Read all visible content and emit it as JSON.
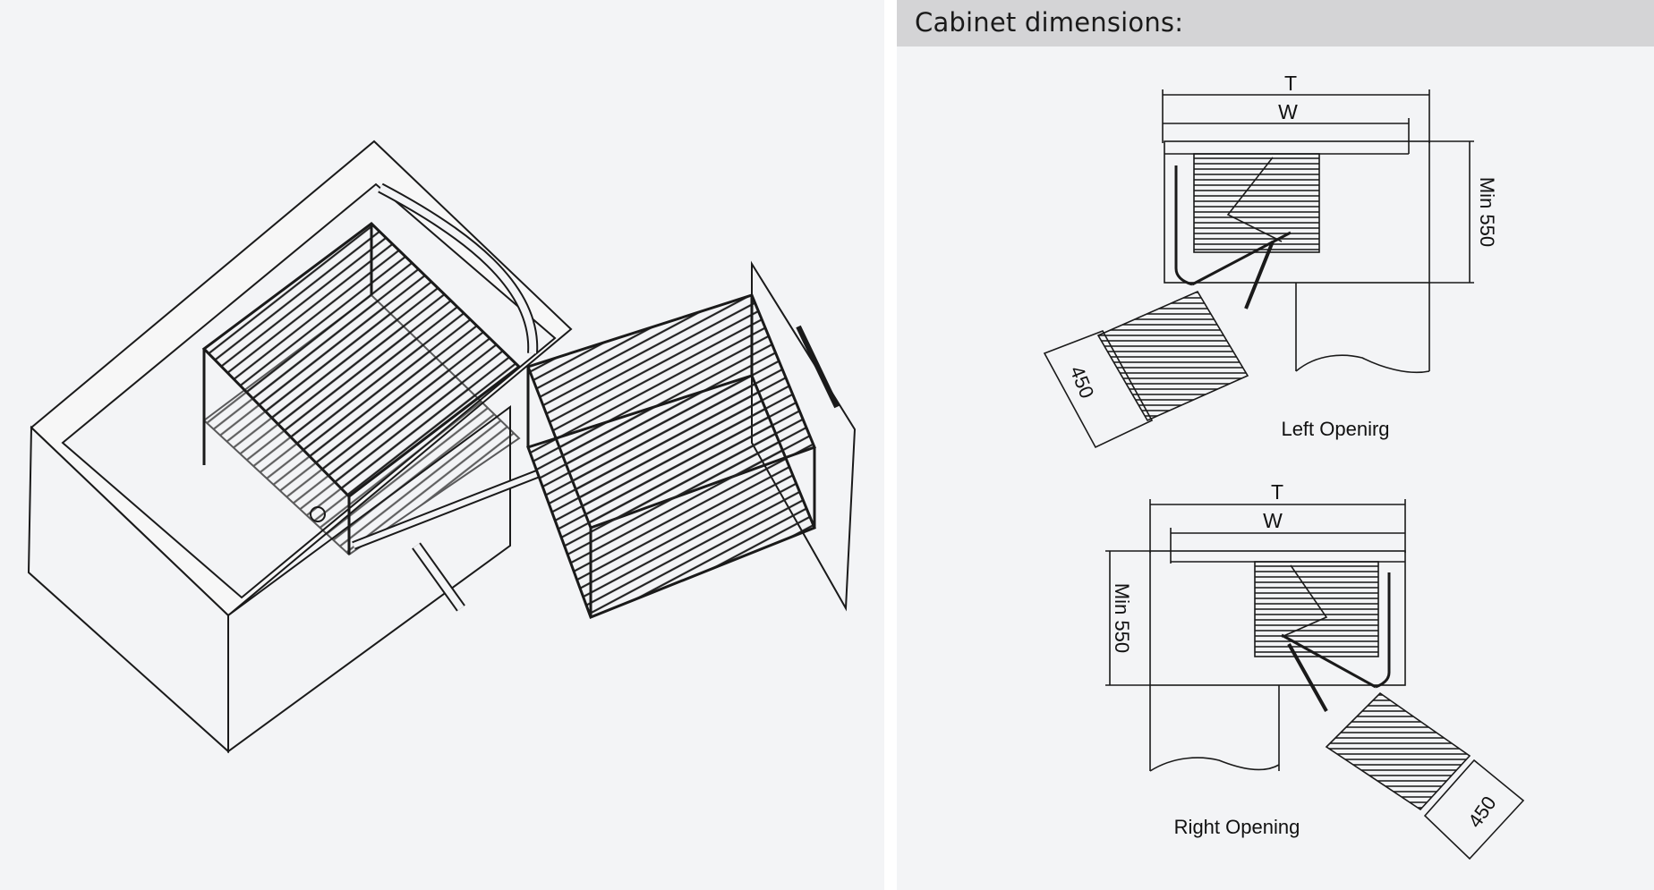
{
  "header": {
    "title": "Cabinet dimensions:"
  },
  "diagram_left_opening": {
    "dim_t": "T",
    "dim_w": "W",
    "dim_depth": "Min 550",
    "dim_basket": "450",
    "caption": "Left Openirg"
  },
  "diagram_right_opening": {
    "dim_t": "T",
    "dim_w": "W",
    "dim_depth": "Min 550",
    "dim_basket": "450",
    "caption": "Right Opening"
  },
  "colors": {
    "background": "#f3f4f6",
    "header_bar": "#d4d4d6",
    "line": "#1a1a1a"
  }
}
